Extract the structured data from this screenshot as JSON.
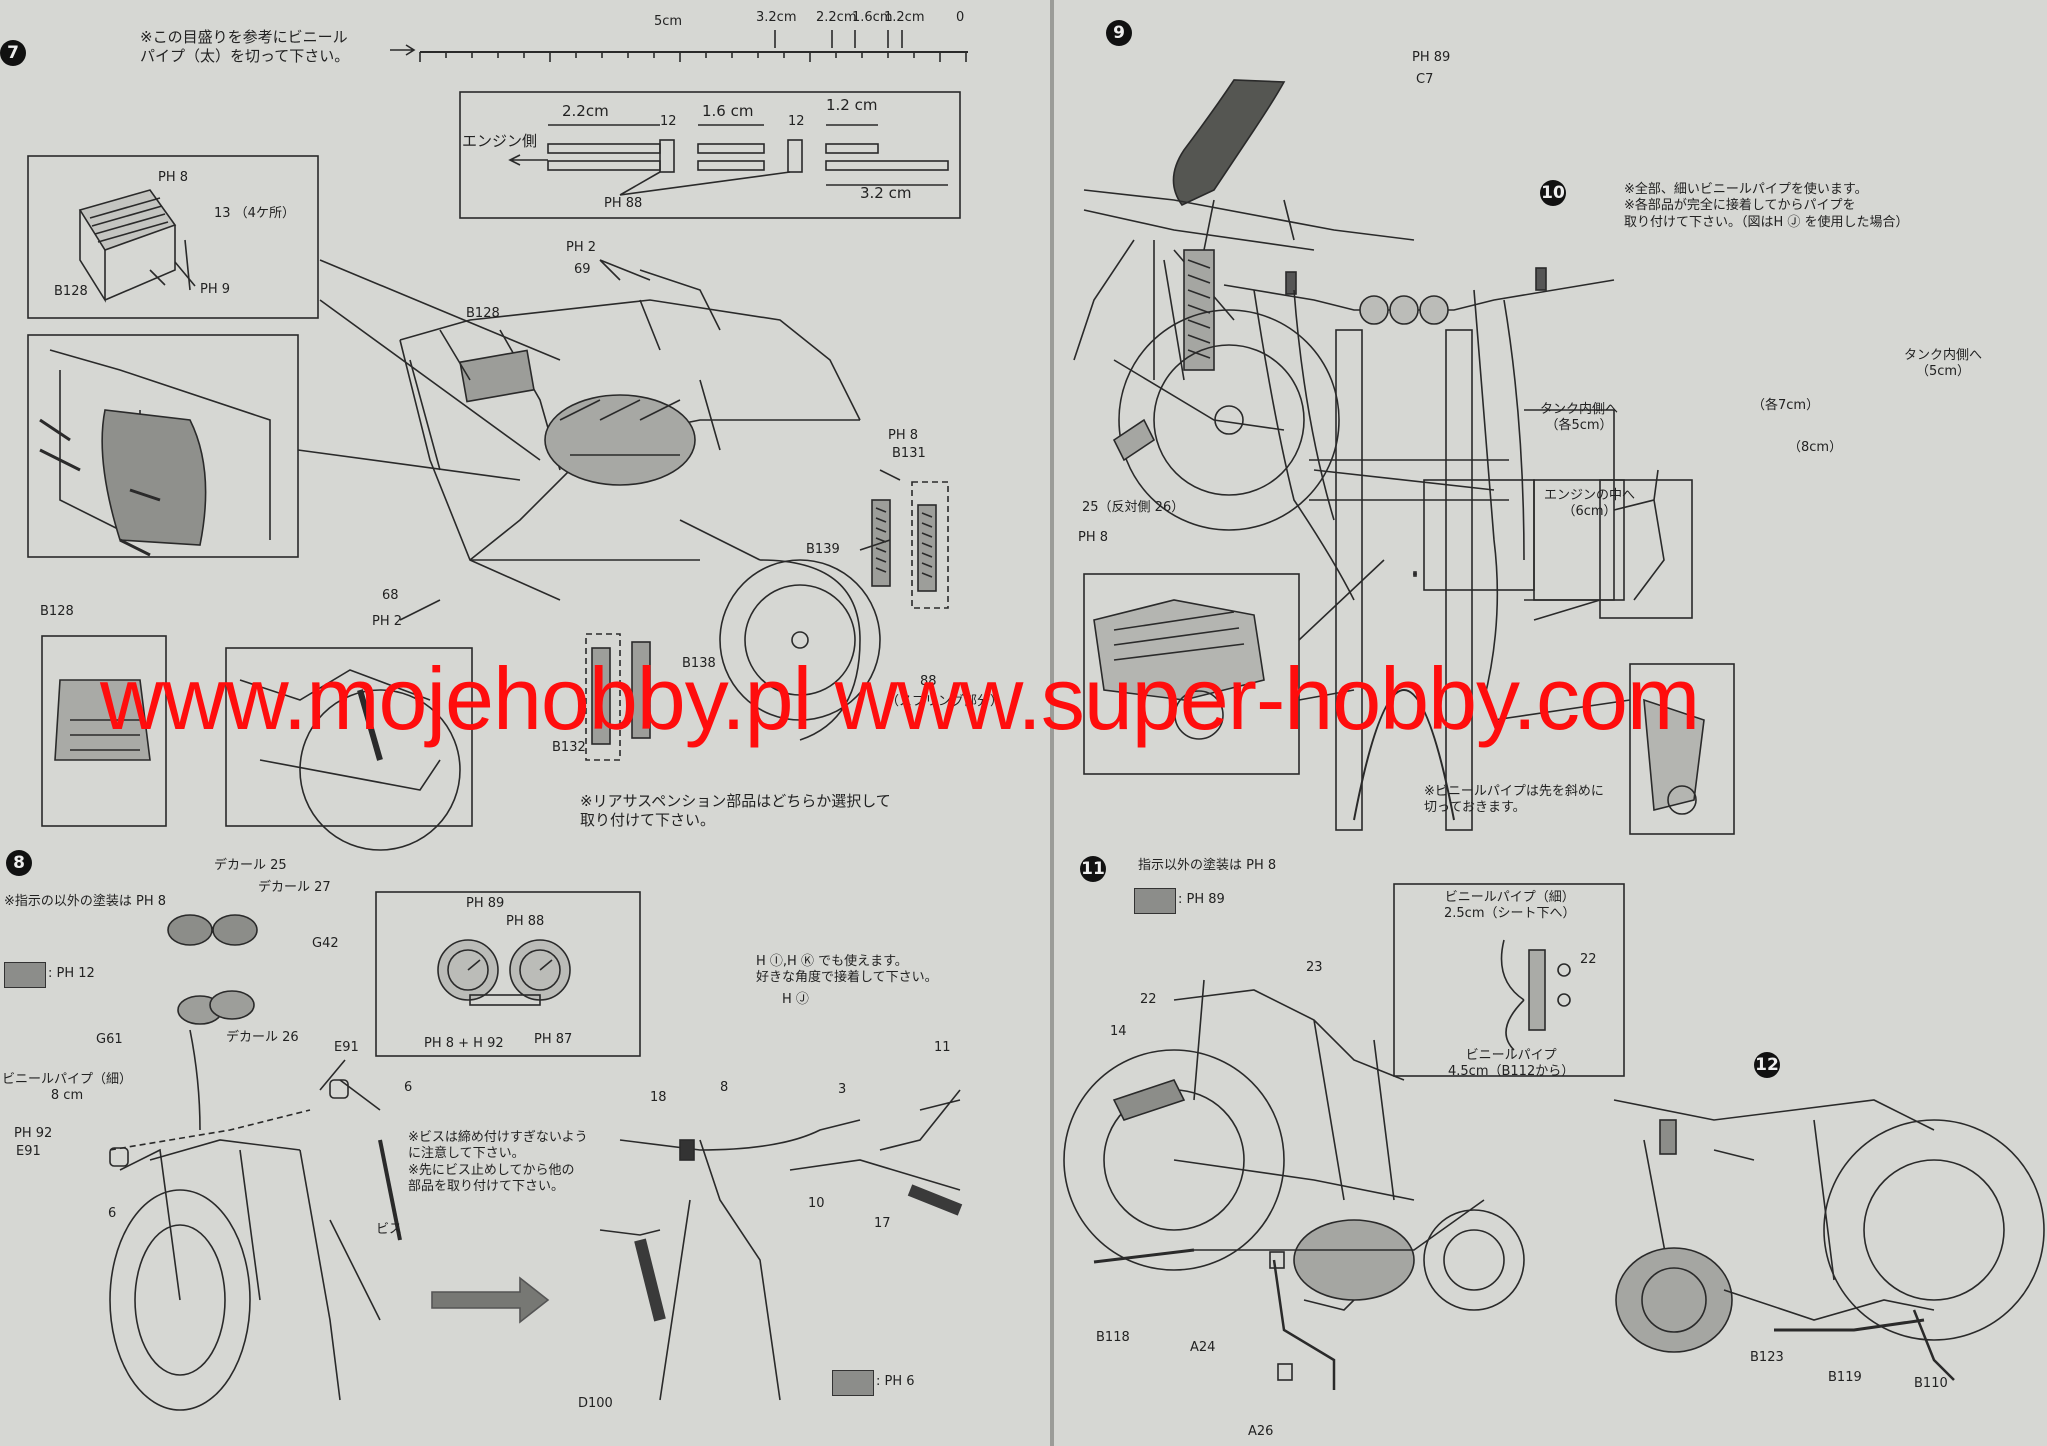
{
  "watermark": "www.mojehobby.pl www.super-hobby.com",
  "left": {
    "steps": [
      "7",
      "8"
    ],
    "step7": {
      "note": "※この目盛りを参考にビニール\nパイプ（太）を切って下さい。",
      "ruler_labels": [
        "5cm",
        "3.2cm",
        "2.2cm",
        "1.6cm",
        "1.2cm",
        "0"
      ],
      "pipe_lengths": [
        "2.2cm",
        "1.6 cm",
        "1.2 cm",
        "3.2 cm"
      ],
      "engine_side": "エンジン側",
      "refs": {
        "p12a": "12",
        "p12b": "12",
        "ph88": "PH 88",
        "ph2": "PH 2",
        "n69": "69",
        "ph8a": "PH 8",
        "n13": "13 （4ケ所）",
        "ph9": "PH 9",
        "b128a": "B128",
        "b128b": "B128",
        "b128c": "B128",
        "ph8b": "PH 8",
        "b131": "B131",
        "b139": "B139",
        "n68": "68",
        "ph2b": "PH 2",
        "b138": "B138",
        "b132": "B132",
        "ph88b": "88",
        "spring": "（スプリング部分）"
      },
      "rear_note": "※リアサスペンション部品はどちらか選択して\n取り付けて下さい。"
    },
    "step8": {
      "paint_note": "※指示の以外の塗装は PH 8",
      "swatch_label": ": PH 12",
      "decal25": "デカール 25",
      "decal27": "デカール 27",
      "decal26": "デカール 26",
      "g42": "G42",
      "g61": "G61",
      "meter_refs": [
        "PH 89",
        "PH 88",
        "PH 8 + H 92",
        "PH 87"
      ],
      "e91a": "E91",
      "e91b": "E91",
      "ph92": "PH 92",
      "n6a": "6",
      "n6b": "6",
      "vinyl": "ビニールパイプ（細）\n8 cm",
      "screw_note": "※ビスは締め付けすぎないよう\nに注意して下さい。\n※先にビス止めしてから他の\n部品を取り付けて下さい。",
      "screw": "ビス",
      "handle_note": "H Ⓘ,H Ⓚ でも使えます。\n好きな角度で接着して下さい。",
      "hj": "H Ⓙ",
      "n18": "18",
      "n8": "8",
      "n3": "3",
      "n11": "11",
      "n10": "10",
      "n17": "17",
      "d100": "D100",
      "swatch2_label": ": PH 6"
    }
  },
  "right": {
    "steps": [
      "9",
      "10",
      "11",
      "12"
    ],
    "step9": {
      "ph89": "PH 89",
      "c7": "C7",
      "n25": "25（反対側 26）",
      "ph8": "PH 8"
    },
    "step10": {
      "note": "※全部、細いビニールパイプを使います。\n※各部品が完全に接着してからパイプを\n取り付けて下さい。（図はH Ⓙ を使用した場合）",
      "tank_inner_r": "タンク内側へ\n（5cm）",
      "tank_inner_l": "タンク内側へ\n（各5cm）",
      "each7": "（各7cm）",
      "cm8": "（8cm）",
      "engine_in": "エンジンの中へ\n（6cm）",
      "cut_note": "※ビニールパイプは先を斜めに\n切っておきます。"
    },
    "step11": {
      "paint_note": "指示以外の塗装は PH 8",
      "swatch_label": ": PH 89",
      "n22a": "22",
      "n23": "23",
      "n14": "14",
      "n22b": "22",
      "vinyl_top": "ビニールパイプ（細）\n2.5cm（シート下へ）",
      "vinyl_bottom": "ビニールパイプ\n4.5cm（B112から）",
      "b118": "B118",
      "a24": "A24",
      "a26": "A26"
    },
    "step12": {
      "b123": "B123",
      "b119": "B119",
      "b110": "B110"
    }
  }
}
